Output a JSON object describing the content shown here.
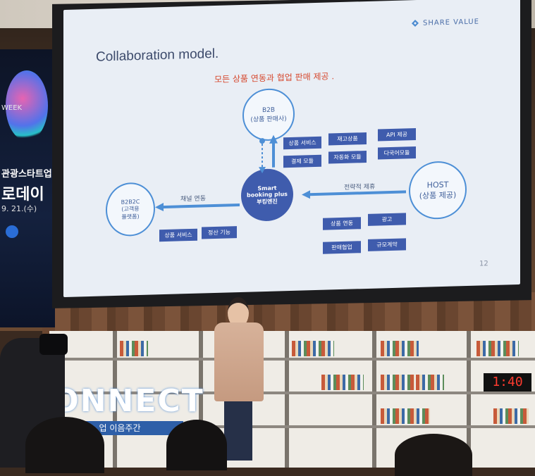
{
  "banner": {
    "week": "WEEK",
    "line1": "관광스타트업",
    "line2": "로데이",
    "line3": "9. 21.(수)"
  },
  "slide": {
    "title": "Collaboration model.",
    "brand": "SHARE VALUE",
    "headline": "모든 상품 연동과 협업 판매 제공 .",
    "page_number": "12",
    "b2b": {
      "line1": "B2B",
      "line2": "(상품 판매사)"
    },
    "host": {
      "line1": "HOST",
      "line2": "(상품 제공)"
    },
    "b2b2c": {
      "line1": "B2B2C",
      "line2": "(고객용",
      "line3": "플랫폼)"
    },
    "center": {
      "line1": "Smart",
      "line2": "booking plus",
      "line3": "부킹엔진"
    },
    "channel_label": "채널 연동",
    "strategy_label": "전략적 제휴",
    "top_tags": [
      "상품 서비스",
      "재고상품",
      "API 제공",
      "결제 모듈",
      "자동화 모듈",
      "다국어모듈"
    ],
    "left_tags": [
      "상품 서비스",
      "정산 기능"
    ],
    "right_tags": [
      "상품 연동",
      "광고",
      "판매협업",
      "규모계약"
    ]
  },
  "stage": {
    "connect_text": "CONNECT",
    "connect_sub": "업  이음주간",
    "clock": "1:40"
  }
}
